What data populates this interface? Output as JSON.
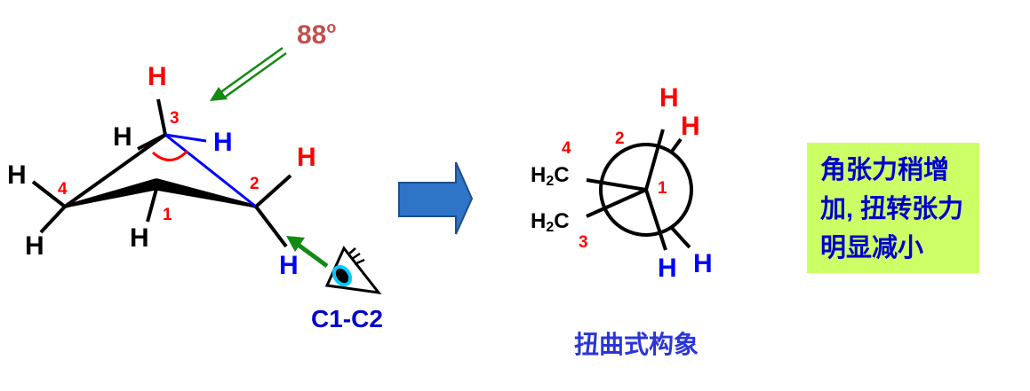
{
  "left_molecule": {
    "angle_value": "88",
    "angle_degree": "o",
    "h_c3_top": "H",
    "h_c3_right": "H",
    "h_c2_top": "H",
    "h_c2_bottom": "H",
    "h_c4_left": "H",
    "h_c4_bottom": "H",
    "h_back": "H",
    "h_c1_bottom": "H",
    "c1": "1",
    "c2": "2",
    "c3": "3",
    "c4": "4",
    "view_label": "C1-C2"
  },
  "newman": {
    "h_top_1": "H",
    "h_top_2": "H",
    "h_bottom_1": "H",
    "h_bottom_2": "H",
    "ch2_c4_text": "H",
    "ch2_c4_c": "C",
    "ch2_c4_sub": "2",
    "ch2_c3_text": "H",
    "ch2_c3_c": "C",
    "ch2_c3_sub": "2",
    "num_1": "1",
    "num_2": "2",
    "num_3": "3",
    "num_4": "4",
    "caption": "扭曲式构象"
  },
  "note": {
    "line1": "角张力稍增",
    "line2": "加, 扭转张力",
    "line3": "明显减小"
  },
  "colors": {
    "arrow_green": "#138a13",
    "eye_cyan": "#00ccff",
    "big_arrow": "#2e75c8",
    "note_bg": "#ccff66",
    "angle_text": "#c0504d"
  }
}
